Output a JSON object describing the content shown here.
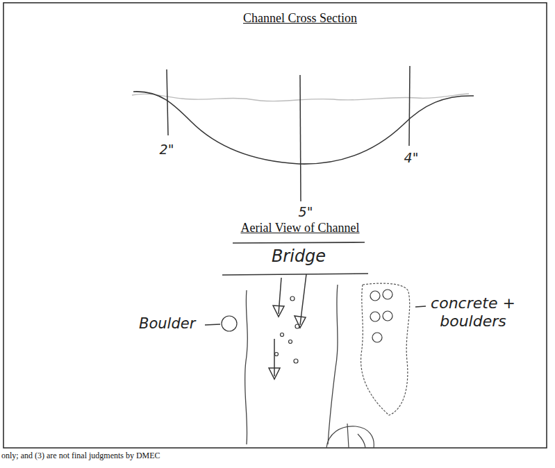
{
  "diagram": {
    "title": "Channel Cross Section",
    "labels": [
      "2\"",
      "4\"",
      "5\"",
      "Aerial View of Channel",
      "Bridge",
      "Boulder",
      "concrete + boulders",
      "only; and (3) are not final judgments by DMEC"
    ]
  }
}
